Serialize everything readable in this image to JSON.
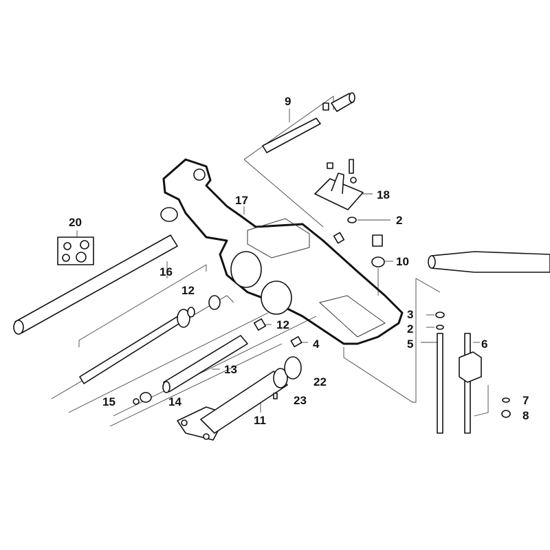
{
  "diagram": {
    "callouts": [
      {
        "id": "c9",
        "text": "9"
      },
      {
        "id": "c18",
        "text": "18"
      },
      {
        "id": "c17",
        "text": "17"
      },
      {
        "id": "c2a",
        "text": "2"
      },
      {
        "id": "c20",
        "text": "20"
      },
      {
        "id": "c10",
        "text": "10"
      },
      {
        "id": "c16",
        "text": "16"
      },
      {
        "id": "c12a",
        "text": "12"
      },
      {
        "id": "c12b",
        "text": "12"
      },
      {
        "id": "c4",
        "text": "4"
      },
      {
        "id": "c3",
        "text": "3"
      },
      {
        "id": "c2b",
        "text": "2"
      },
      {
        "id": "c5",
        "text": "5"
      },
      {
        "id": "c6",
        "text": "6"
      },
      {
        "id": "c13",
        "text": "13"
      },
      {
        "id": "c22",
        "text": "22"
      },
      {
        "id": "c15",
        "text": "15"
      },
      {
        "id": "c14",
        "text": "14"
      },
      {
        "id": "c23",
        "text": "23"
      },
      {
        "id": "c11",
        "text": "11"
      },
      {
        "id": "c7",
        "text": "7"
      },
      {
        "id": "c8",
        "text": "8"
      }
    ]
  }
}
